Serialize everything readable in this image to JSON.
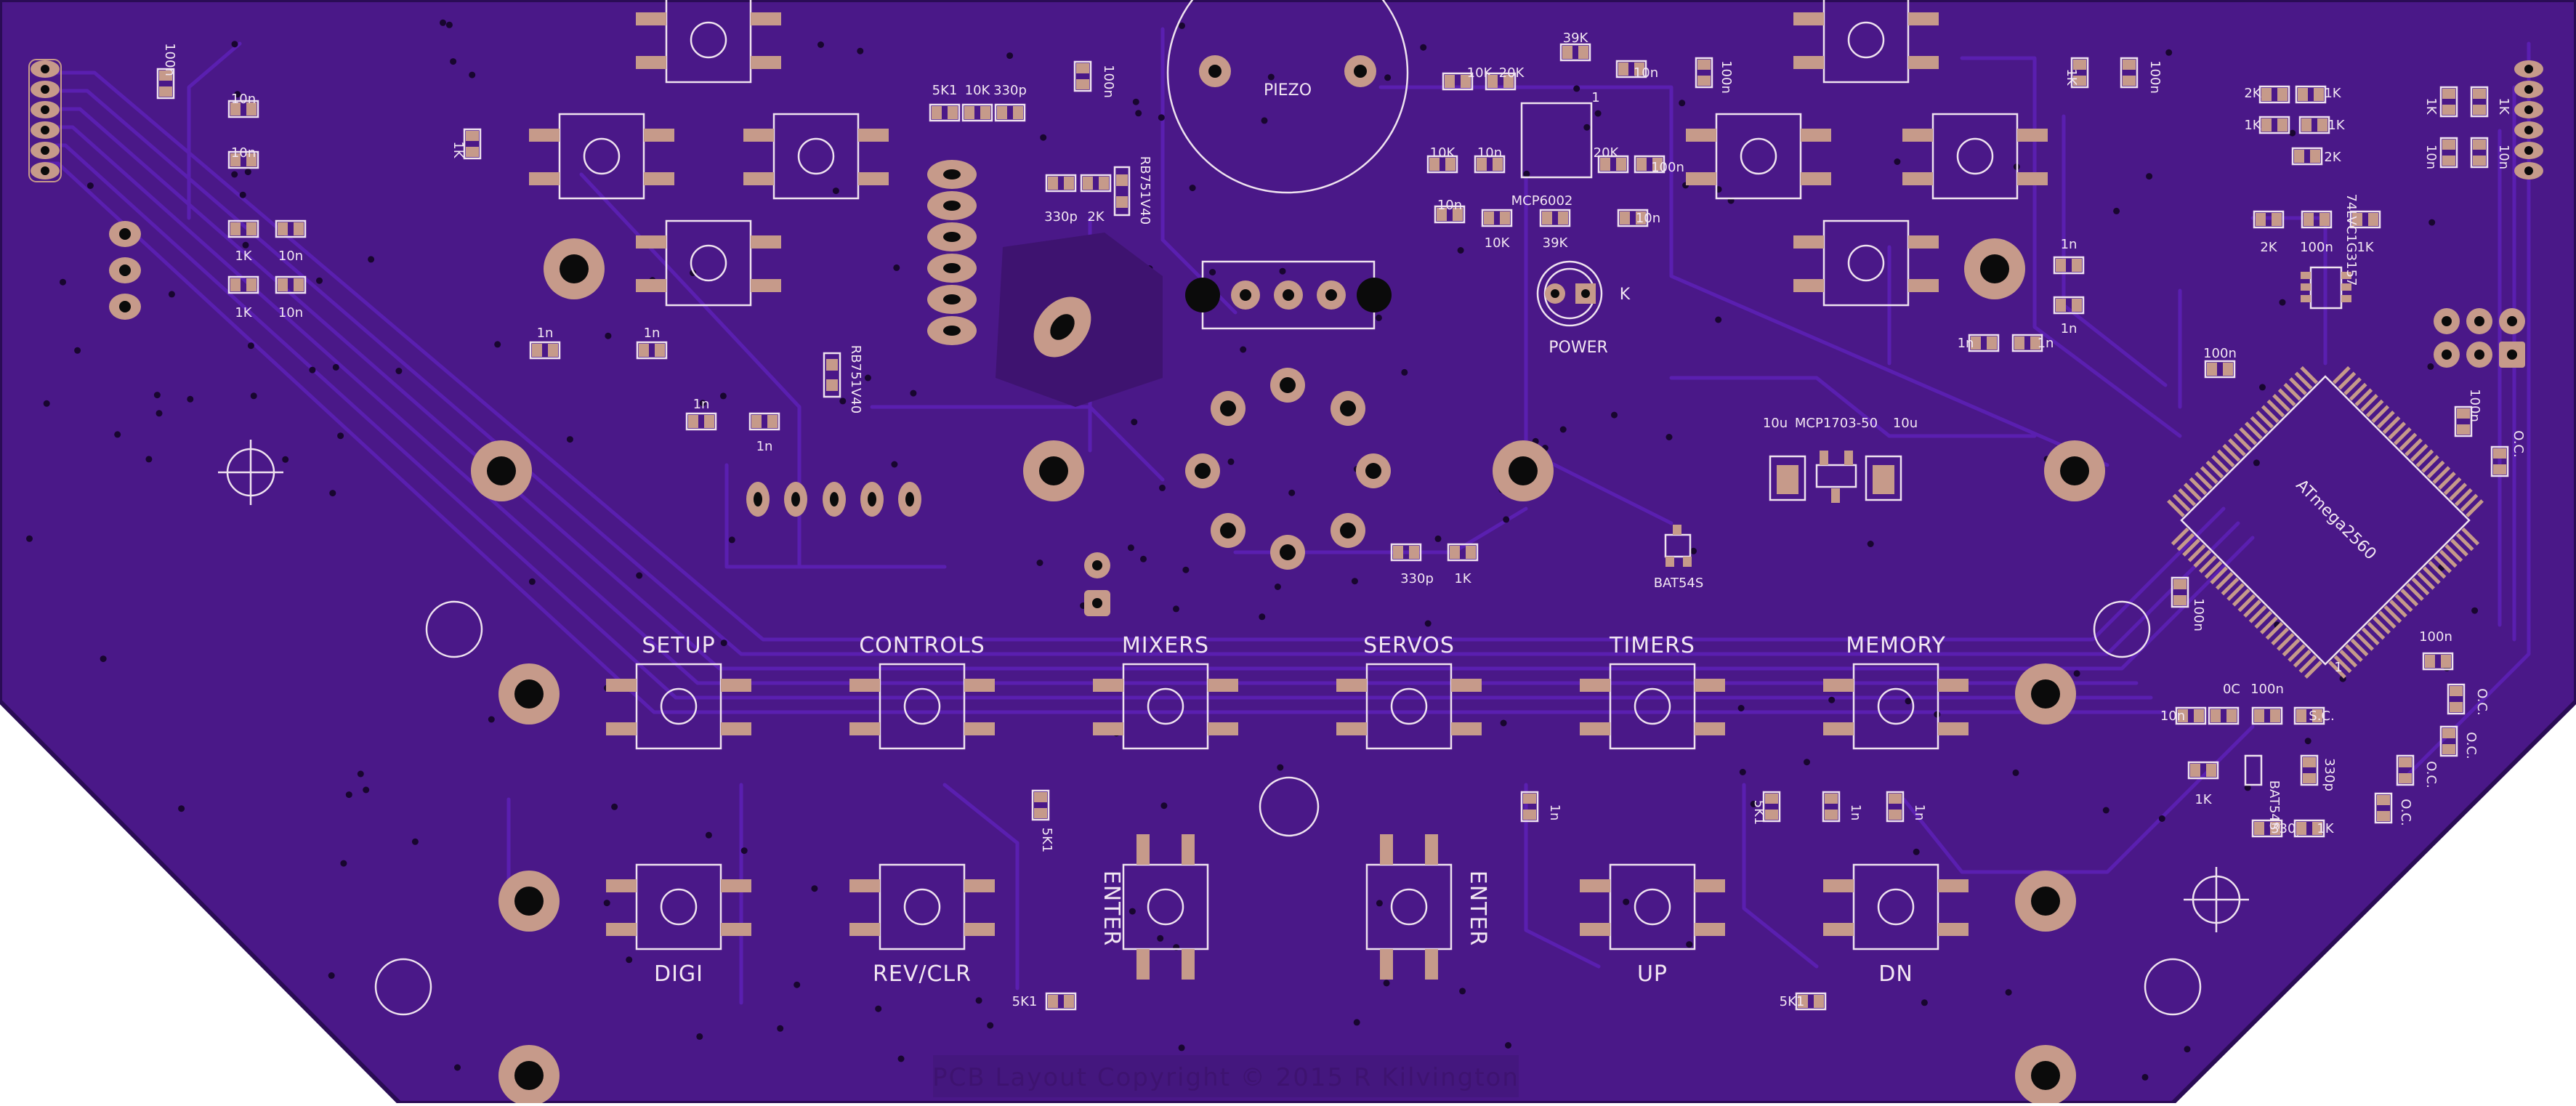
{
  "board": {
    "colors": {
      "substrate": "#4a1888",
      "edge": "#2a0c55",
      "trace": "#5a1fb0",
      "pad": "#c69a8a",
      "silkscreen": "#f2e6f2",
      "drill": "#0b0b0b",
      "background": "#ffffff"
    },
    "copyright": "PCB Layout Copyright © 2015 R Kilvington"
  },
  "buttons": {
    "row1": [
      "SETUP",
      "CONTROLS",
      "MIXERS",
      "SERVOS",
      "TIMERS",
      "MEMORY"
    ],
    "row2": {
      "digi": "DIGI",
      "rev_clr": "REV/CLR",
      "enter_left": "ENTER",
      "enter_right": "ENTER",
      "up": "UP",
      "dn": "DN"
    }
  },
  "components": {
    "piezo": "PIEZO",
    "power": "POWER",
    "power_k": "K",
    "mcp6002": "MCP6002",
    "mcp1703": "MCP1703-50",
    "bat54s": "BAT54S",
    "bat54s_b": "BAT54S",
    "atmega": "ATmega2560",
    "rb751_a": "RB751V40",
    "rb751_b": "RB751V40",
    "lvc": "74LVC1G3157",
    "mcu_pin1": "1",
    "mcp_pin1": "1"
  },
  "values": {
    "v100n": "100n",
    "v10n": "10n",
    "v1k": "1K",
    "v1n": "1n",
    "v5k1": "5K1",
    "v10k": "10K",
    "v330p": "330p",
    "v2k": "2K",
    "v39k": "39K",
    "v20k": "20K",
    "v10u": "10u",
    "voc": "O.C.",
    "v0c": "0C",
    "vsc": "S.C."
  }
}
